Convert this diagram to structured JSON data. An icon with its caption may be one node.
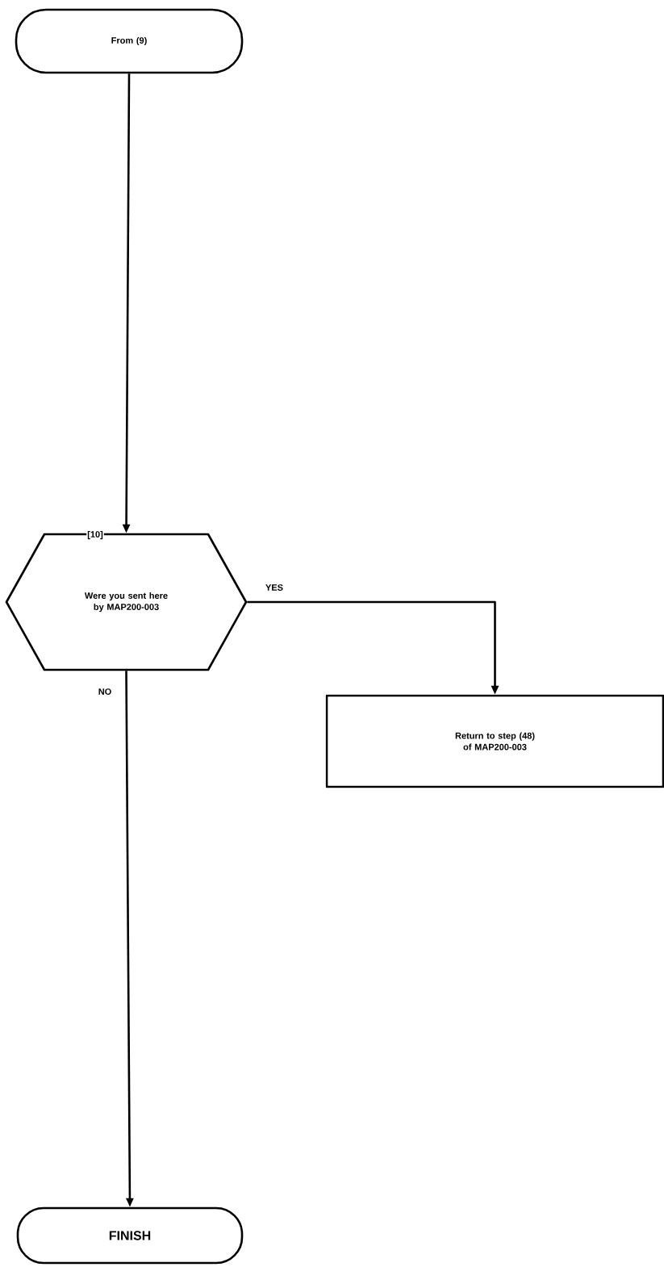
{
  "diagram": {
    "nodes": [
      {
        "text": [
          "From (9)"
        ]
      },
      {
        "text": [
          "[10]",
          "Were you sent here by MAP200-003"
        ]
      },
      {
        "text": [
          "Return to step (48) of MAP200-003"
        ]
      },
      {
        "text": [
          "FINISH"
        ]
      }
    ],
    "edges": [
      {
        "from": 0,
        "to": 1,
        "arrow": "to"
      },
      {
        "from": 1,
        "to": 2,
        "arrow": "to",
        "label": "YES"
      },
      {
        "from": 1,
        "to": 3,
        "arrow": "to",
        "label": "NO"
      }
    ]
  }
}
